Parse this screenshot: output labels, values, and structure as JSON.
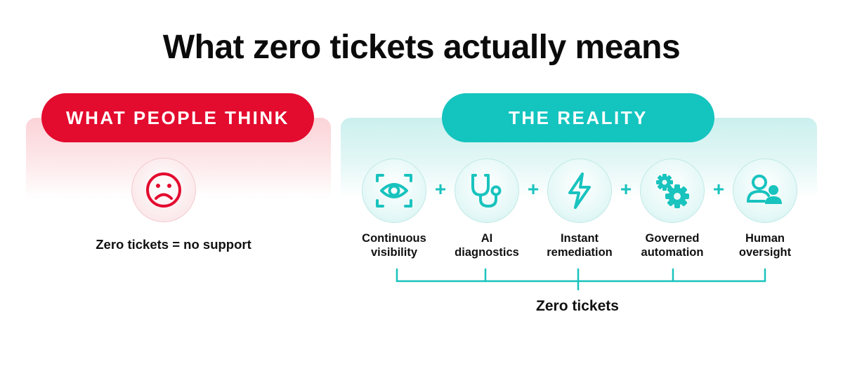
{
  "title": "What zero tickets actually means",
  "left": {
    "heading": "WHAT PEOPLE THINK",
    "icon": "sad-face-icon",
    "caption": "Zero tickets = no support",
    "accent": "#e30b2e"
  },
  "right": {
    "heading": "THE REALITY",
    "accent": "#14c4bf",
    "operator": "+",
    "steps": [
      {
        "icon": "eye-scan-icon",
        "line1": "Continuous",
        "line2": "visibility"
      },
      {
        "icon": "stethoscope-icon",
        "line1": "AI",
        "line2": "diagnostics"
      },
      {
        "icon": "lightning-icon",
        "line1": "Instant",
        "line2": "remediation"
      },
      {
        "icon": "gears-icon",
        "line1": "Governed",
        "line2": "automation"
      },
      {
        "icon": "people-icon",
        "line1": "Human",
        "line2": "oversight"
      }
    ],
    "result": "Zero tickets"
  }
}
